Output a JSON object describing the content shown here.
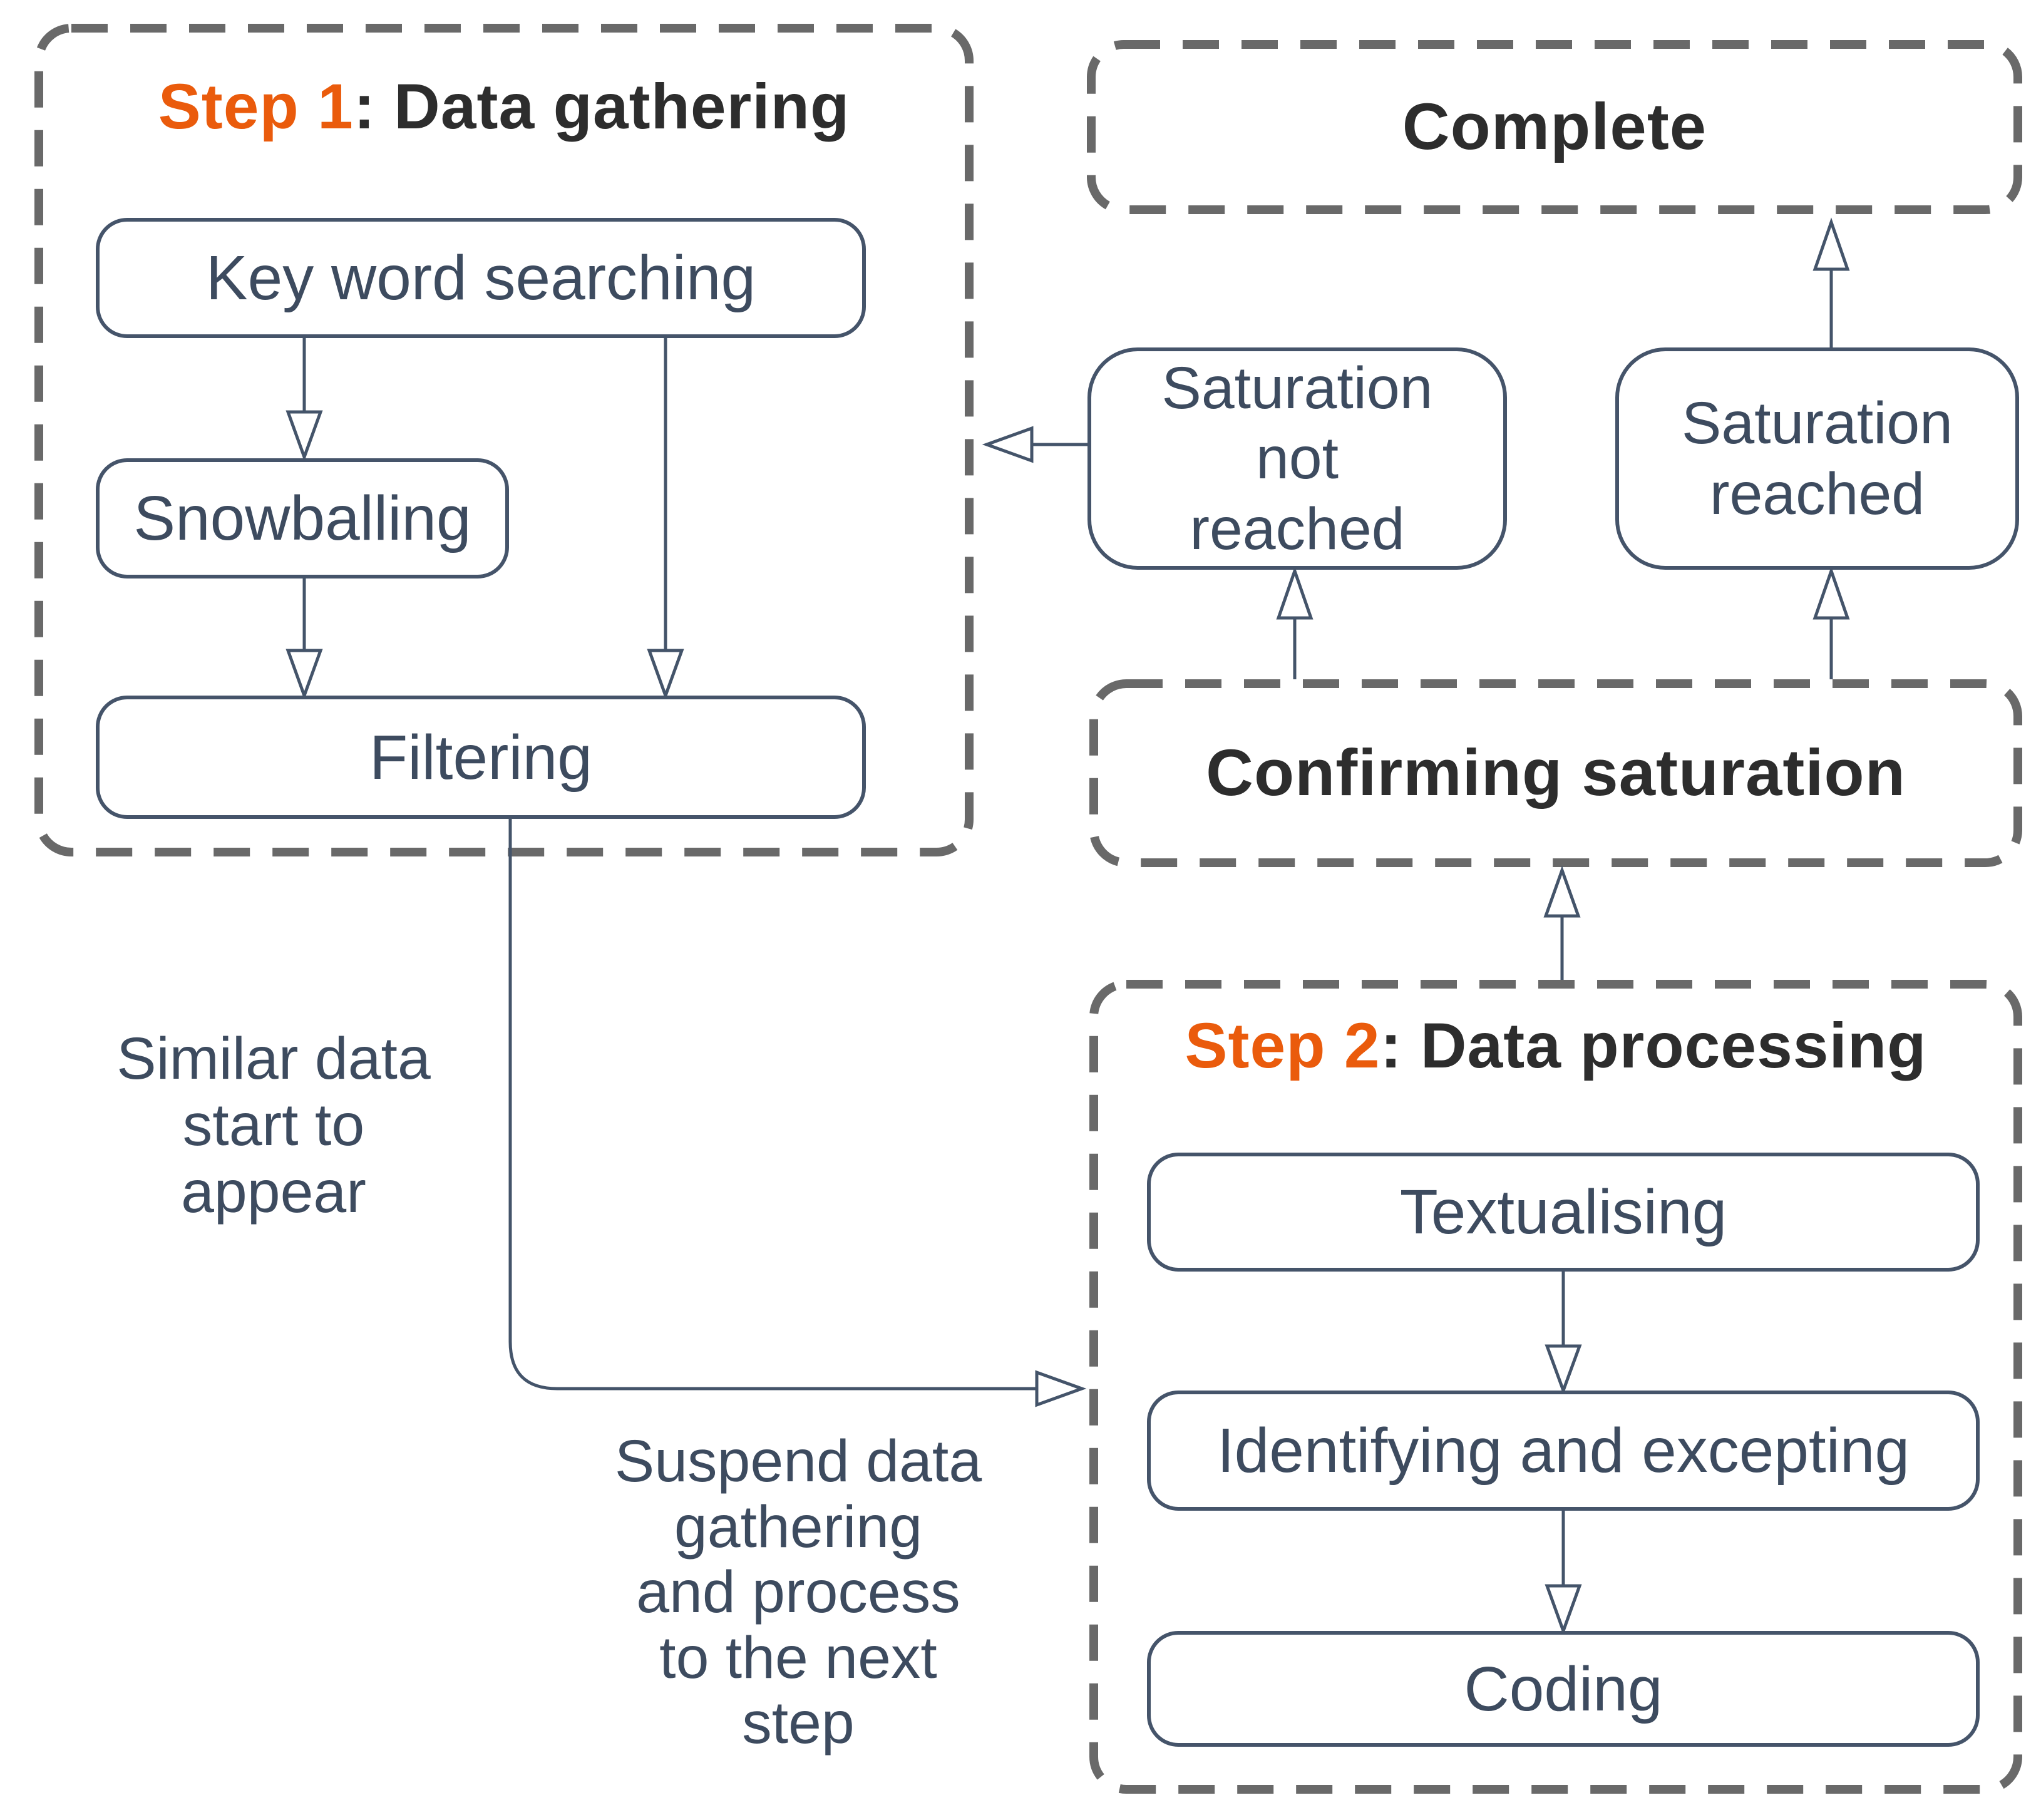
{
  "colors": {
    "accent_orange": "#ea5b0c",
    "title_dark": "#2d2d2d",
    "node_navy": "#44546a",
    "dashed_gray": "#696969"
  },
  "step1": {
    "title_highlight": "Step 1",
    "title_rest": ": Data gathering",
    "keyword": "Key word searching",
    "snowballing": "Snowballing",
    "filtering": "Filtering"
  },
  "step2": {
    "title_highlight": "Step 2",
    "title_rest": ": Data processing",
    "textualising": "Textualising",
    "identifying": "Identifying and excepting",
    "coding": "Coding"
  },
  "complete_label": "Complete",
  "confirming_label": "Confirming saturation",
  "saturation_not_reached": "Saturation\nnot\nreached",
  "saturation_reached": "Saturation\nreached",
  "annotation_similar": "Similar data\nstart to\nappear",
  "annotation_suspend": "Suspend data\ngathering\nand process\nto the next\nstep"
}
